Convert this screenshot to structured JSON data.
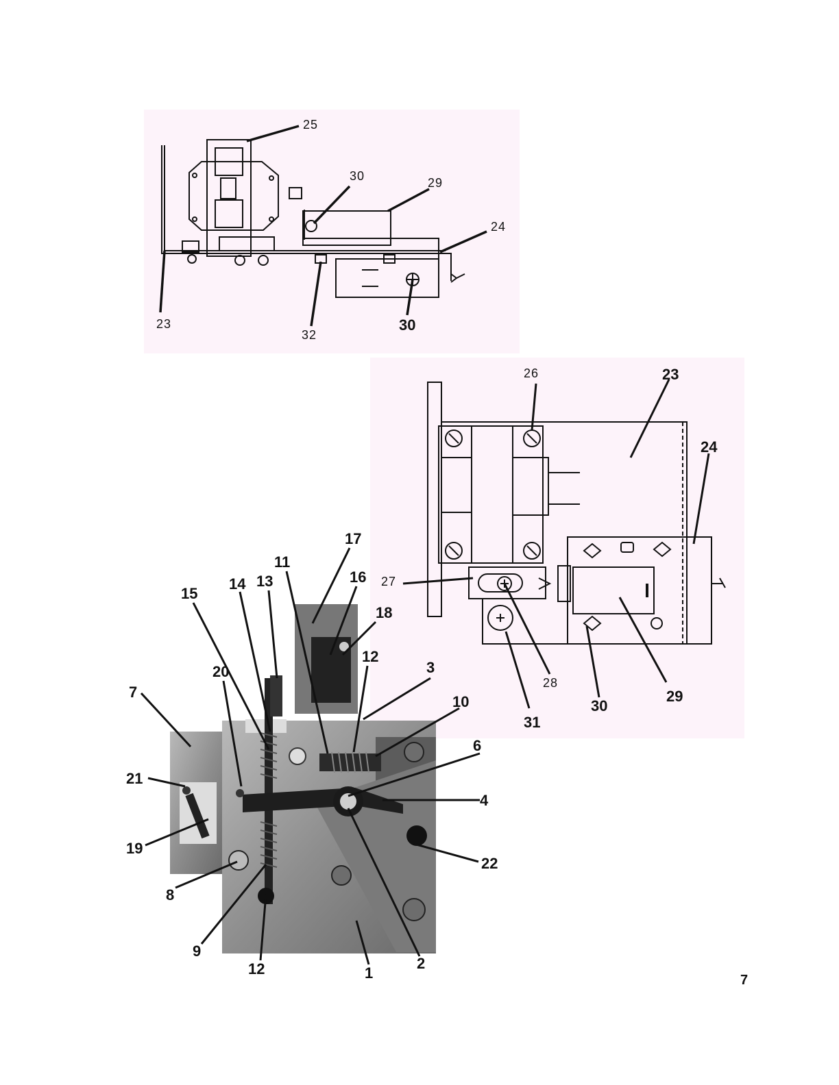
{
  "figure": {
    "top_view": {
      "labels": [
        "25",
        "30",
        "29",
        "24",
        "23",
        "32",
        "30"
      ]
    },
    "side_view": {
      "labels": [
        "26",
        "23",
        "24",
        "27",
        "28",
        "31",
        "30",
        "29"
      ]
    },
    "photo_view": {
      "labels": [
        "17",
        "11",
        "16",
        "15",
        "14",
        "13",
        "18",
        "12",
        "20",
        "3",
        "7",
        "10",
        "6",
        "21",
        "4",
        "19",
        "22",
        "8",
        "9",
        "12",
        "1",
        "2"
      ]
    }
  },
  "page_number": "7",
  "colors": {
    "panel_tint": "#fdf3fa",
    "line": "#111111",
    "photo_mid": "#9a9a9a",
    "photo_dark": "#2a2a2a"
  }
}
